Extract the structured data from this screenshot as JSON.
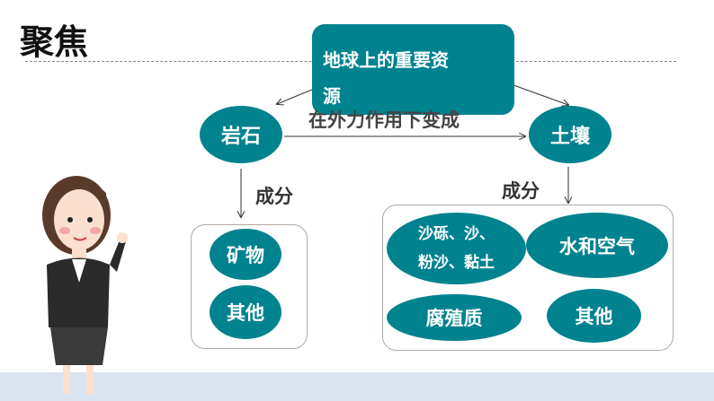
{
  "title": "聚焦",
  "center_box": {
    "line1": "地球上的重要资",
    "line2": "源"
  },
  "rock": "岩石",
  "soil": "土壤",
  "transform_label": "在外力作用下变成",
  "rock_components_label": "成分",
  "soil_components_label": "成分",
  "rock_components": [
    "矿物",
    "其他"
  ],
  "soil_components": {
    "particles_line1": "沙砾、沙、",
    "particles_line2": "粉沙、黏土",
    "water_air": "水和空气",
    "humus": "腐殖质",
    "other": "其他"
  },
  "colors": {
    "teal": "#00828f",
    "band": "#dbe5f1"
  }
}
